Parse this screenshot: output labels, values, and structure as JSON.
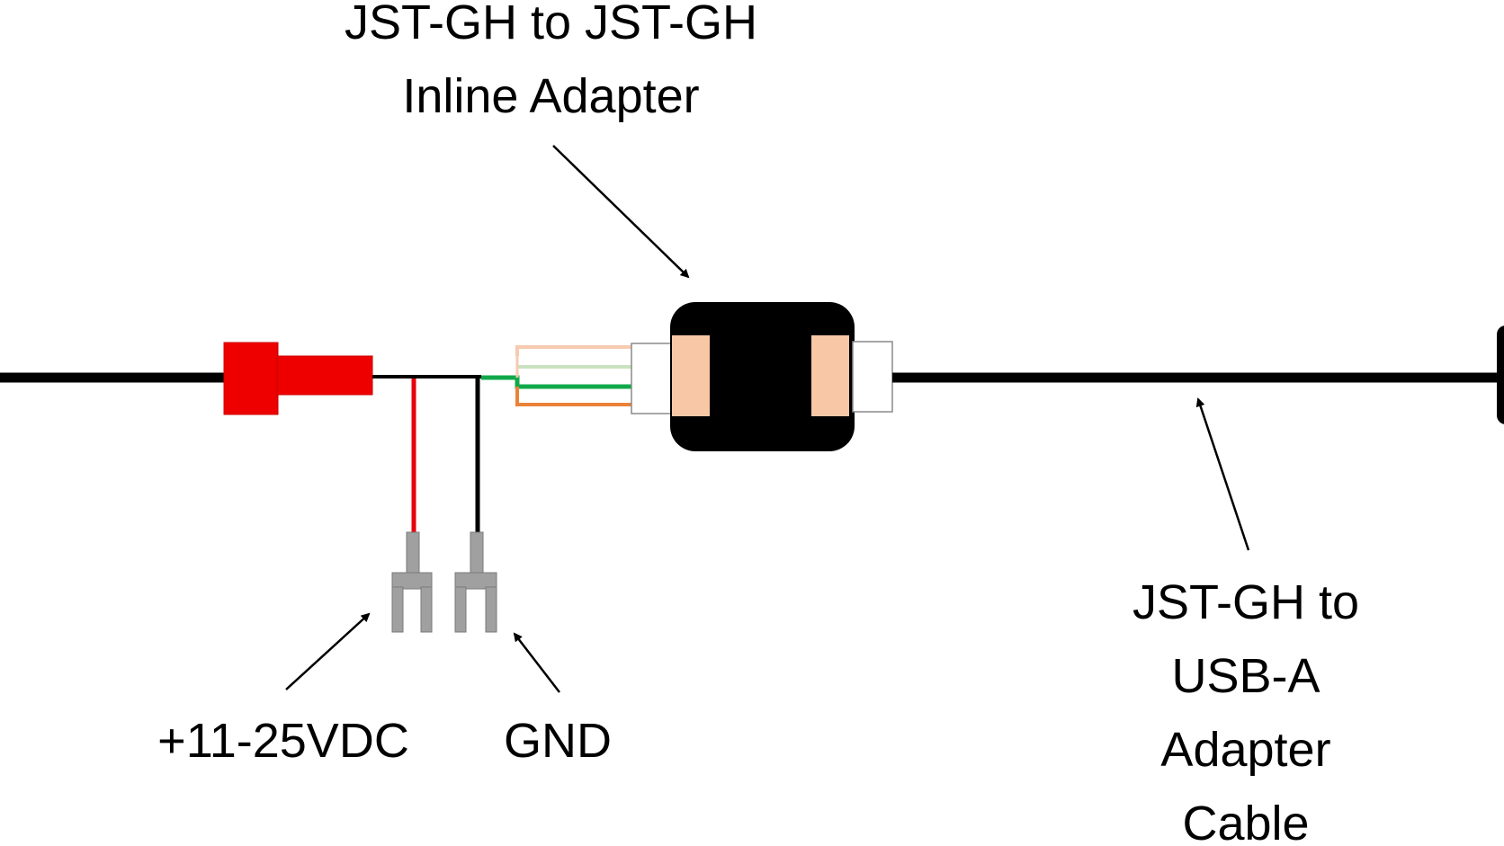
{
  "labels": {
    "inline_adapter": {
      "line1": "JST-GH to JST-GH",
      "line2": "Inline Adapter"
    },
    "power": "+11-25VDC",
    "ground": "GND",
    "usb_cable": {
      "line1": "JST-GH to",
      "line2": "USB-A",
      "line3": "Adapter",
      "line4": "Cable"
    }
  },
  "colors": {
    "cable": "#000000",
    "power_wire": "#e8000b",
    "connector_red": "#ee0000",
    "adapter_body": "#000000",
    "adapter_pad": "#f7c7a6",
    "terminal_gray": "#a0a0a0",
    "wire_green": "#11a84a",
    "wire_orange": "#e98238",
    "wire_light_green": "#c9e3c0",
    "wire_peach": "#f6cbb0"
  },
  "components": [
    "main-cable",
    "red-inline-connector",
    "power-wire",
    "ground-wire",
    "power-spade-terminal",
    "ground-spade-terminal",
    "jst-gh-inline-adapter",
    "usb-a-adapter-cable"
  ]
}
